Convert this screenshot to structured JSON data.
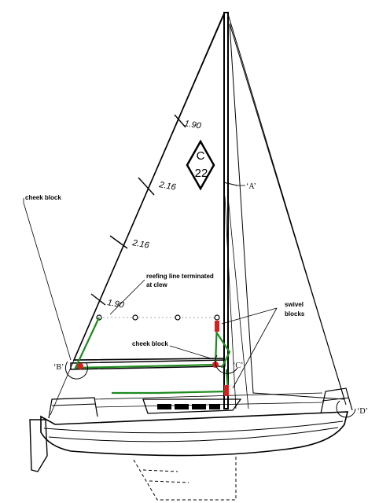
{
  "labels": {
    "cheek_block_left": "cheek block",
    "cheek_block_center": "cheek block",
    "reefing_line_1": "reefing line terminated",
    "reefing_line_2": "at clew",
    "swivel_1": "swivel",
    "swivel_2": "blocks",
    "point_a": "A",
    "point_b": "B",
    "point_c": "C",
    "point_d": "D"
  },
  "sail": {
    "class_letter": "C",
    "class_number": "22",
    "batten_1": "1.90",
    "batten_2": "2.16",
    "batten_3": "2.16",
    "batten_4": "1.90"
  },
  "colors": {
    "ink": "#000000",
    "reefing_line": "#1d8a1d",
    "block": "#d42020"
  }
}
